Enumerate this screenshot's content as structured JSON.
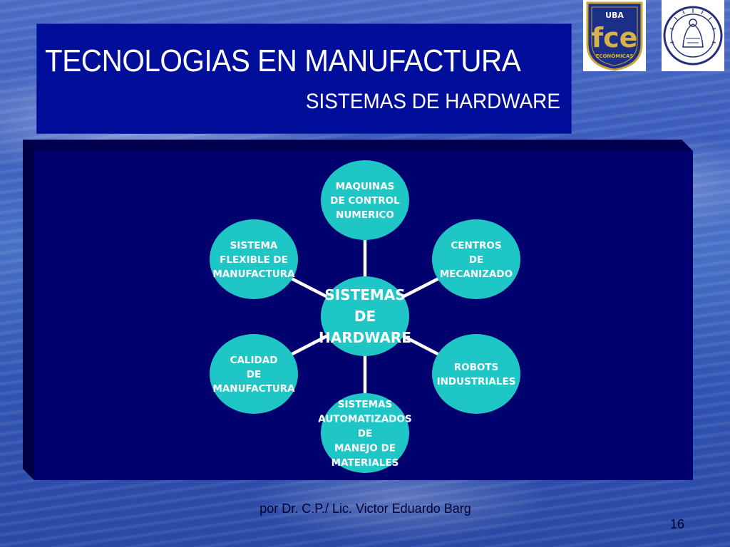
{
  "slide": {
    "title": "TECNOLOGIAS EN MANUFACTURA",
    "subtitle": "SISTEMAS DE HARDWARE",
    "author": "por Dr. C.P./ Lic. Victor Eduardo Barg",
    "page_number": "16"
  },
  "logos": {
    "fce": {
      "top_text": "UBA",
      "main_text": "fce",
      "bottom_text": "ECONÓMICAS"
    }
  },
  "diagram": {
    "center": [
      "SISTEMAS",
      "DE",
      "HARDWARE"
    ],
    "nodes": [
      {
        "id": "maquinas",
        "lines": [
          "MAQUINAS",
          "DE CONTROL",
          "NUMERICO"
        ]
      },
      {
        "id": "centros",
        "lines": [
          "CENTROS",
          "DE",
          "MECANIZADO"
        ]
      },
      {
        "id": "robots",
        "lines": [
          "ROBOTS",
          "INDUSTRIALES"
        ]
      },
      {
        "id": "sistemas-automatizados",
        "lines": [
          "SISTEMAS",
          "AUTOMATIZADOS",
          "DE",
          "MANEJO DE",
          "MATERIALES"
        ]
      },
      {
        "id": "calidad",
        "lines": [
          "CALIDAD",
          "DE",
          "MANUFACTURA"
        ]
      },
      {
        "id": "sistema-flexible",
        "lines": [
          "SISTEMA",
          "FLEXIBLE DE",
          "MANUFACTURA"
        ]
      }
    ],
    "colors": {
      "node_fill": "#1fc6c6",
      "panel": "#00006e",
      "text": "#ffffff"
    }
  }
}
